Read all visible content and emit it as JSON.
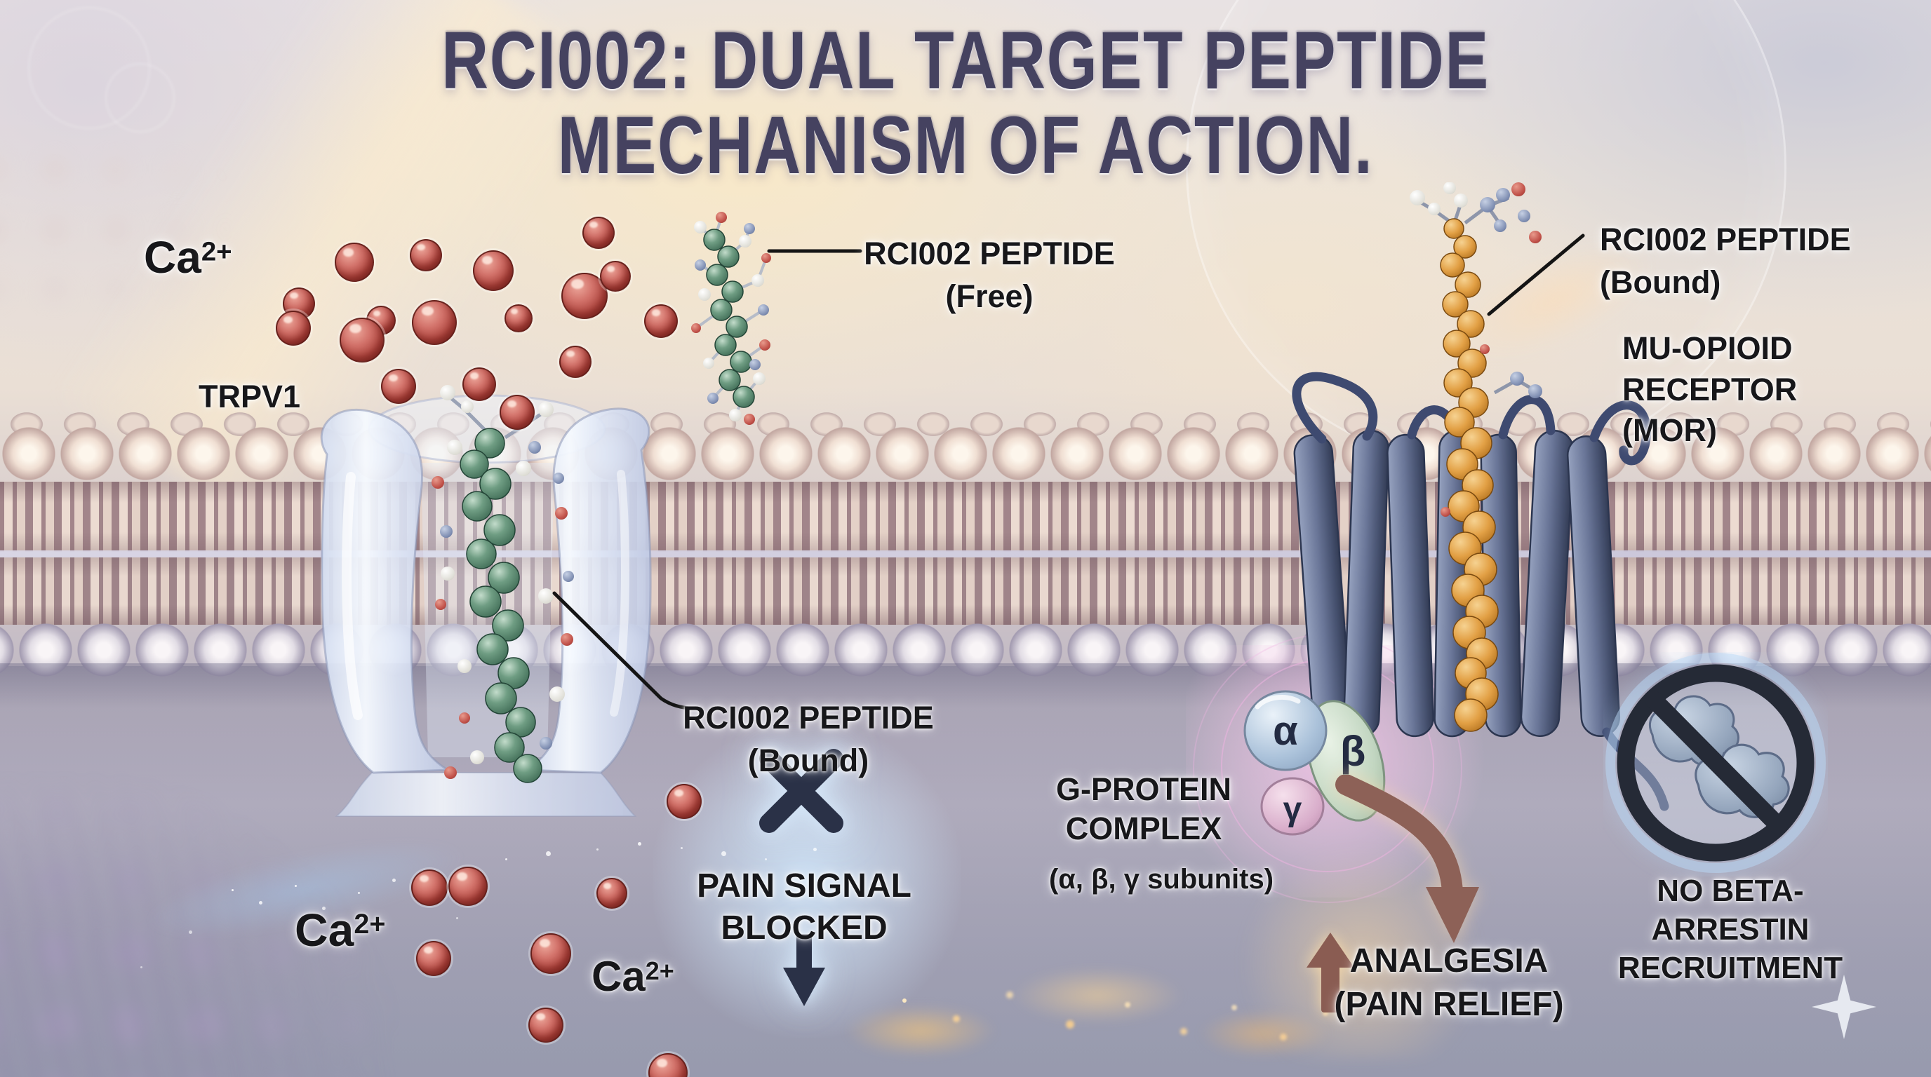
{
  "title": {
    "line1": "RCI002: DUAL TARGET PEPTIDE",
    "line2": "MECHANISM OF ACTION."
  },
  "ions": {
    "symbol_base": "Ca",
    "symbol_sup": "2+"
  },
  "labels": {
    "trpv1": "TRPV1",
    "free_peptide": {
      "line1": "RCI002 PEPTIDE",
      "line2": "(Free)"
    },
    "bound_peptide_left": {
      "line1": "RCI002 PEPTIDE",
      "line2": "(Bound)"
    },
    "bound_peptide_right": {
      "line1": "RCI002 PEPTIDE",
      "line2": "(Bound)"
    },
    "mor": {
      "line1": "MU-OPIOID",
      "line2": "RECEPTOR",
      "line3": "(MOR)"
    },
    "pain_signal": {
      "line1": "PAIN SIGNAL",
      "line2": "BLOCKED"
    },
    "g_protein": {
      "line1": "G-PROTEIN",
      "line2": "COMPLEX",
      "line3": "(α, β, γ subunits)"
    },
    "g_subunits": {
      "alpha": "α",
      "beta": "β",
      "gamma": "γ"
    },
    "no_beta_arrestin": {
      "line1": "NO BETA-ARRESTIN",
      "line2": "RECRUITMENT"
    },
    "analgesia": {
      "line1": "ANALGESIA",
      "line2": "(PAIN RELIEF)"
    }
  },
  "icons": {
    "blocked_x": "x-cross",
    "blocked_down_arrow": "down-arrow",
    "analgesia_up_arrow": "up-arrow",
    "g_protein_signal_arrow": "curved-down-arrow",
    "no_symbol": "prohibition-circle",
    "sparkle": "four-point-star"
  },
  "colors": {
    "title_text": "#454260",
    "label_text": "#17171a",
    "calcium_ion_red": "#b04841",
    "peptide_green": "#4f7d64",
    "mor_peptide_orange": "#d9942f",
    "membrane_head_cream": "#f0dfd3",
    "membrane_tail_mauve": "#a2858a",
    "helix_blue": "#5c6a8e",
    "glow_blue": "#d0e6fa",
    "glow_pink": "#f6c7e9",
    "arrow_brown": "#8d6157"
  }
}
